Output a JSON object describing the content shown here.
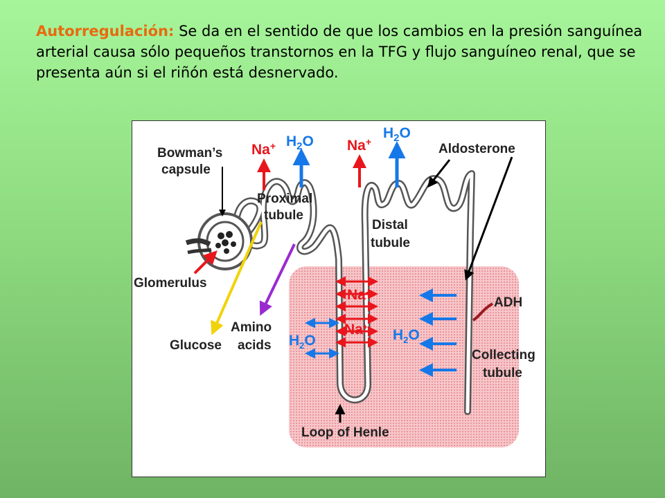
{
  "intro": {
    "keyword": "Autorregulación:",
    "text": " Se da en el sentido de que los cambios en la presión sanguínea arterial causa sólo pequeños transtornos en la TFG y flujo sanguíneo renal, que se presenta aún si el riñón está desnervado."
  },
  "diagram": {
    "labels": {
      "bowman_line1": "Bowman’s",
      "bowman_line2": "capsule",
      "proximal_line1": "Proximal",
      "proximal_line2": "tubule",
      "distal_line1": "Distal",
      "distal_line2": "tubule",
      "glomerulus": "Glomerulus",
      "glucose": "Glucose",
      "amino_line1": "Amino",
      "amino_line2": "acids",
      "aldosterone": "Aldosterone",
      "adh": "ADH",
      "collecting_line1": "Collecting",
      "collecting_line2": "tubule",
      "loop": "Loop of Henle"
    },
    "ions": {
      "na": "Na",
      "na_charge": "+",
      "h2o_h": "H",
      "h2o_sub": "2",
      "h2o_o": "O"
    },
    "colors": {
      "sodium": "#e8161c",
      "water": "#1678e8",
      "glucose": "#f2d20a",
      "amino_acids": "#9a2ad0",
      "medulla": "#f4b8bc"
    }
  }
}
